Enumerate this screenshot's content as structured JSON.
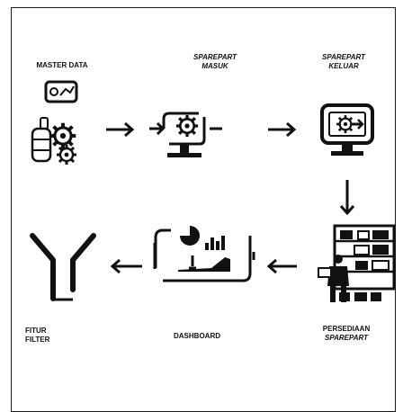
{
  "labels": {
    "master_data": "MASTER DATA",
    "sparepart_masuk_1": "SPAREPART",
    "sparepart_masuk_2": "MASUK",
    "sparepart_keluar_1": "SPAREPART",
    "sparepart_keluar_2": "KELUAR",
    "fitur_filter_1": "FITUR",
    "fitur_filter_2": "FILTER",
    "dashboard": "DASHBOARD",
    "persediaan_1": "PERSEDIAAN",
    "persediaan_2": "SPAREPART"
  },
  "icons": {
    "master_data": "database-gear-icon",
    "sparepart_masuk": "monitor-gear-in-icon",
    "sparepart_keluar": "monitor-gear-out-icon",
    "persediaan": "warehouse-worker-icon",
    "dashboard": "dashboard-monitor-icon",
    "filter": "funnel-icon"
  },
  "colors": {
    "ink": "#111111",
    "background": "#ffffff"
  }
}
